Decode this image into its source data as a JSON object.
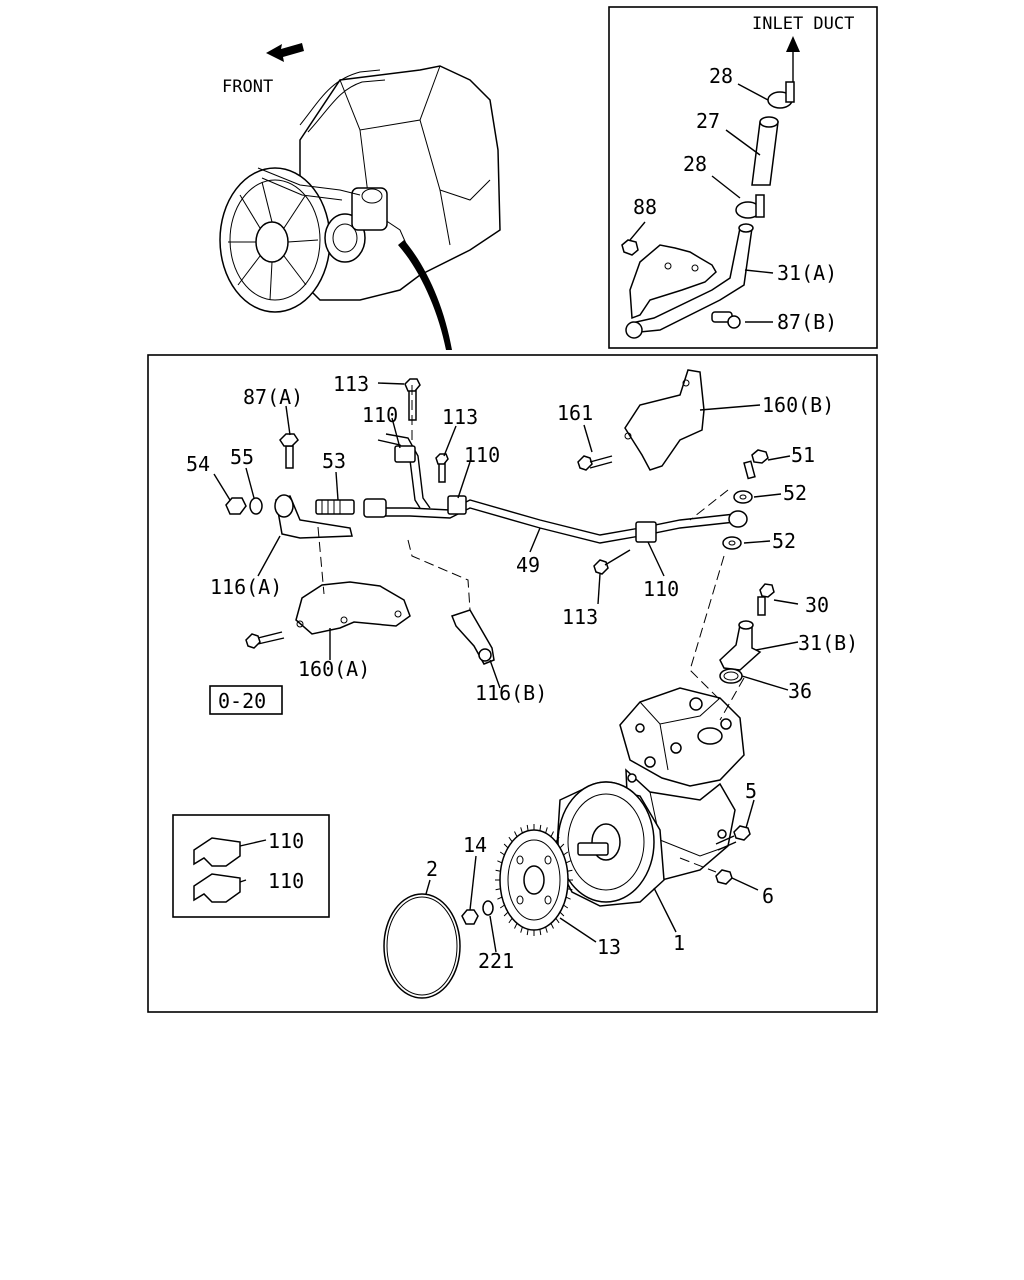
{
  "orientation": {
    "front_label": "FRONT"
  },
  "inset": {
    "inlet_label": "INLET DUCT",
    "callouts": [
      "28",
      "27",
      "28",
      "88",
      "31(A)",
      "87(B)"
    ]
  },
  "main": {
    "callouts": [
      "113",
      "87(A)",
      "110",
      "113",
      "161",
      "160(B)",
      "54",
      "55",
      "53",
      "110",
      "51",
      "52",
      "52",
      "49",
      "116(A)",
      "113",
      "110",
      "30",
      "31(B)",
      "160(A)",
      "116(B)",
      "36",
      "5",
      "14",
      "6",
      "2",
      "13",
      "1",
      "221"
    ],
    "ref_box": "0-20",
    "clip_detail": [
      "110",
      "110"
    ]
  }
}
